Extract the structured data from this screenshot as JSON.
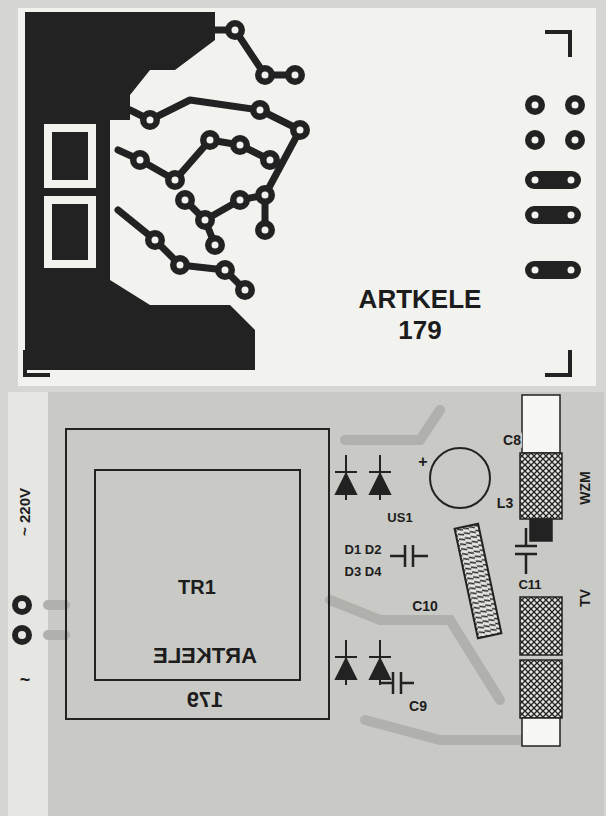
{
  "diagram": {
    "nodes": [
      {
        "text": [
          "TR1"
        ]
      }
    ],
    "labels": [
      "ARTKELE",
      "179",
      "~ 220V",
      "~",
      "US1",
      "D1 D2",
      "D3 D4",
      "+",
      "C8",
      "L3",
      "C10",
      "C11",
      "C9",
      "WZM",
      "TV",
      "ARTKELE",
      "179"
    ]
  }
}
